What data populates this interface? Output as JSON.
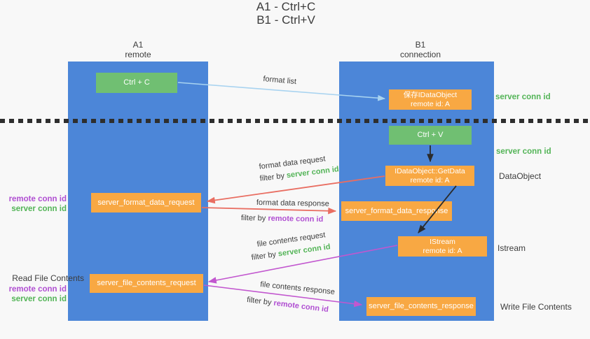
{
  "title": {
    "line1": "A1 - Ctrl+C",
    "line2": "B1 - Ctrl+V"
  },
  "columns": {
    "left": {
      "name": "A1",
      "subtitle": "remote"
    },
    "right": {
      "name": "B1",
      "subtitle": "connection"
    }
  },
  "nodes": {
    "ctrl_c": {
      "label": "Ctrl + C"
    },
    "save_dataobject": {
      "line1": "保存IDataObject",
      "line2": "remote id: A"
    },
    "ctrl_v": {
      "label": "Ctrl + V"
    },
    "getdata": {
      "line1": "IDataObject::GetData",
      "line2": "remote id: A"
    },
    "format_request": {
      "label": "server_format_data_request"
    },
    "format_response": {
      "label": "server_format_data_response"
    },
    "istream": {
      "line1": "IStream",
      "line2": "remote id: A"
    },
    "file_request": {
      "label": "server_file_contents_request"
    },
    "file_response": {
      "label": "server_file_contents_response"
    }
  },
  "flows": {
    "format_list": {
      "label": "format list"
    },
    "format_data_request": {
      "label": "format data request",
      "filter_prefix": "filter by ",
      "filter_key": "server conn id"
    },
    "format_data_response": {
      "label": "format data response",
      "filter_prefix": "filter by ",
      "filter_key": "remote conn id"
    },
    "file_contents_request": {
      "label": "file contents request",
      "filter_prefix": "filter by ",
      "filter_key": "server conn id"
    },
    "file_contents_response": {
      "label": "file contents response",
      "filter_prefix": "filter by ",
      "filter_key": "remote conn id"
    }
  },
  "annotations": {
    "right": {
      "server_conn_id_top": "server conn id",
      "server_conn_id_mid": "server conn id",
      "dataobject": "DataObject",
      "istream": "Istream",
      "write_file_contents": "Write File Contents"
    },
    "left": {
      "remote_conn_id_top": "remote conn id",
      "server_conn_id_top": "server conn id",
      "read_file_contents": "Read File Contents",
      "remote_conn_id_bottom": "remote conn id",
      "server_conn_id_bottom": "server conn id"
    }
  },
  "colors": {
    "lane_blue": "#4c86d8",
    "green_box": "#70bf72",
    "orange_box": "#f8a843",
    "green_text": "#53b457",
    "purple_text": "#b04fd2",
    "salmon_arrow": "#e96e62",
    "magenta_arrow": "#c257cf",
    "light_blue_arrow": "#a8d3f0",
    "black_arrow": "#2b2b2b"
  }
}
